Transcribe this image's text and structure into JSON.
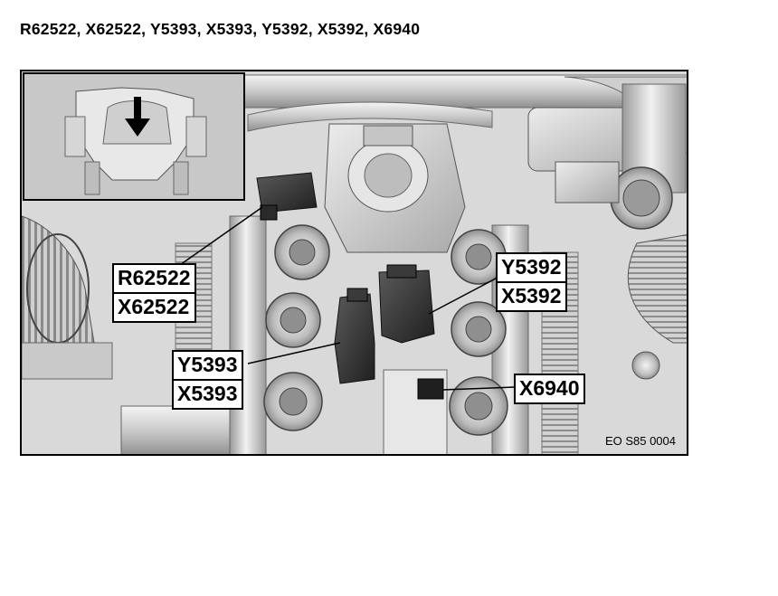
{
  "heading": "R62522, X62522, Y5393, X5393, Y5392, X5392, X6940",
  "callouts": {
    "r62522": "R62522",
    "x62522": "X62522",
    "y5392": "Y5392",
    "x5392": "X5392",
    "y5393": "Y5393",
    "x5393": "X5393",
    "x6940": "X6940"
  },
  "figure_code": "EO S85 0004",
  "colors": {
    "background": "#ffffff",
    "illustration_light": "#efefef",
    "illustration_mid": "#b9b9b9",
    "illustration_dark": "#3a3a3a",
    "inset_background": "#c8c8c8",
    "outline": "#000000"
  }
}
